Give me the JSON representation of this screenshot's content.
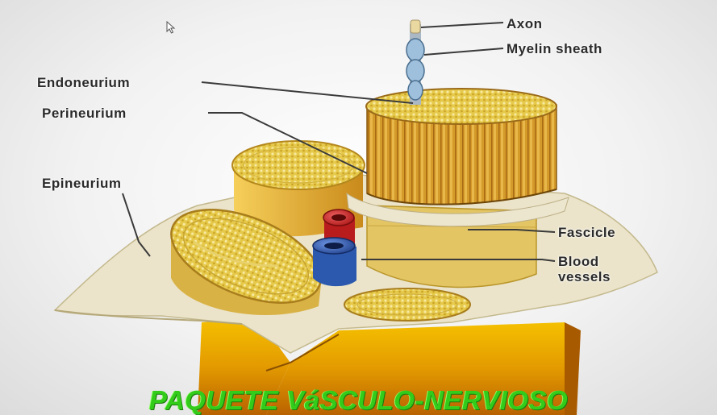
{
  "labels": {
    "axon": "Axon",
    "myelin_sheath": "Myelin sheath",
    "endoneurium": "Endoneurium",
    "perineurium": "Perineurium",
    "epineurium": "Epineurium",
    "fascicle": "Fascicle",
    "blood_vessels": "Blood vessels"
  },
  "caption": "PAQUETE VáSCULO-NERVIOSO",
  "colors": {
    "caption": "#33cc1a",
    "fascicle_fibers": "#d9a227",
    "epineurium": "#e9e2c8",
    "artery": "#cc2222",
    "vein": "#2f5fb8",
    "nerve_trunk": "#e2a000"
  },
  "icons": {
    "cursor": "mouse-pointer-icon"
  }
}
